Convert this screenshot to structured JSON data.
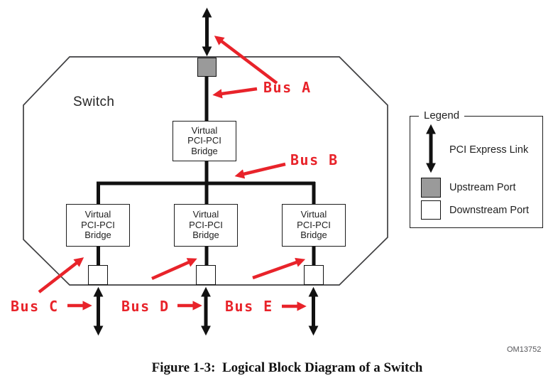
{
  "switch": {
    "label": "Switch"
  },
  "bridge_label": "Virtual\nPCI-PCI\nBridge",
  "bus_labels": {
    "a": "Bus A",
    "b": "Bus B",
    "c": "Bus C",
    "d": "Bus D",
    "e": "Bus E"
  },
  "legend": {
    "title": "Legend",
    "items": [
      {
        "icon": "pci-express-link-arrow",
        "label": "PCI Express Link"
      },
      {
        "icon": "upstream-port-swatch",
        "label": "Upstream Port"
      },
      {
        "icon": "downstream-port-swatch",
        "label": "Downstream Port"
      }
    ]
  },
  "figure_number": "OM13752",
  "caption": "Figure 1-3:  Logical Block Diagram of a Switch",
  "colors": {
    "annotation_red": "#e8232a",
    "upstream_port_gray": "#9a9a9a",
    "link_black": "#111111"
  }
}
